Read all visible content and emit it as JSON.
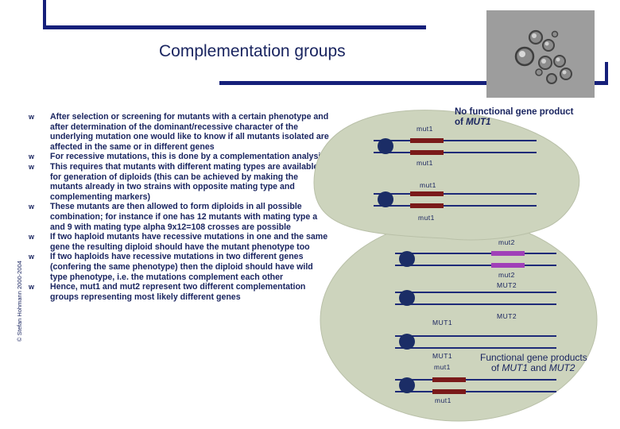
{
  "slide": {
    "title": "Complementation groups",
    "copyright": "© Stefan Hohmann 2000-2004",
    "bullet_mark": "w",
    "bullets": [
      "After selection or screening for mutants with a certain phenotype and after determination of the dominant/recessive character of the underlying mutation one would like to know if all mutants isolated are affected in the same or in different genes",
      "For recessive mutations, this is done by a complementation analysis",
      "This requires that mutants with different mating types are available for generation of diploids (this can be achieved by making the mutants already in two strains with opposite mating type and complementing markers)",
      "These mutants are then allowed to form diploids in all possible combination; for instance if one has 12 mutants with mating type a and 9 with mating type alpha 9x12=108 crosses are possible",
      "If two haploid mutants have recessive mutations in one and the same gene the resulting diploid should have the mutant phenotype too",
      "If two haploids have recessive mutations in two different genes (confering the same phenotype) then the diploid should have wild type phenotype, i.e. the mutations complement each other",
      "Hence, mut1 and mut2 represent two different complementation groups representing most likely different genes"
    ]
  },
  "diagram": {
    "top_cell": {
      "note_line1": "No functional gene product",
      "note_line2_prefix": "of ",
      "note_line2_gene": "MUT1",
      "labels": [
        "mut1",
        "mut1",
        "mut1",
        "mut1"
      ]
    },
    "bottom_cell": {
      "labels": [
        "mut2",
        "mut2",
        "MUT2",
        "MUT2",
        "MUT1",
        "MUT1",
        "mut1",
        "mut1"
      ],
      "note_line1": "Functional gene products",
      "note_line2_prefix": "of ",
      "note_line2_gene1": "MUT1",
      "note_line2_mid": " and ",
      "note_line2_gene2": "MUT2"
    },
    "colors": {
      "cell_fill": "#cdd4bd",
      "chromosome": "#1d2a78",
      "centromere": "#1b2d66",
      "mut1_marker": "#7a1a1a",
      "mut2_marker": "#a040b8"
    }
  }
}
